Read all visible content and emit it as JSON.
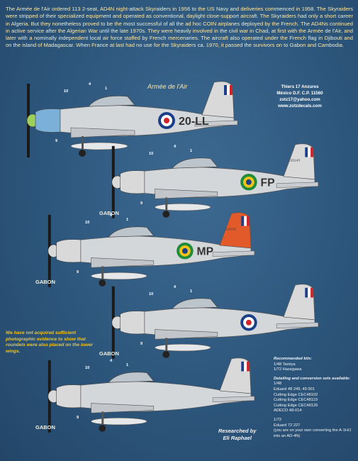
{
  "intro_text": "The Armée de l'Air ordered 113 2-seat, AD4N night-attack Skyraiders in 1956 to the US Navy and deliveries commenced in 1958. The Skyraiders were stripped of their specialized equipment and operated as conventional, daylight close-support aircraft. The Skyraiders had only a short career in Algeria. But they nonetheless proved to be the most successful of all the ad hoc COIN airplanes deployed by the French. The AD4Ns continued in active service after the Algerian War until the late 1970s. They were heavily involved in the civil war in Chad, at first with the Armée de l'Air, and later with a nominally independent local air force staffed by French mercenaries. The aircraft also operated under the French flag in Djibouti and on the island of Madagascar. When France at last had no use for the Skyraiders ca. 1970, it passed the survivors on to Gabon and Cambodia.",
  "armee_caption": "Armée de l'Air",
  "contact": {
    "line1": "Thiers 17 Anzures",
    "line2": "México D.F. C.P. 11560",
    "line3": "zotz17@yahoo.com",
    "line4": "www.zotzdecals.com"
  },
  "aircraft": [
    {
      "code": "20-LL",
      "country": "",
      "serial": "",
      "colors": {
        "fin": "#d9d9d9",
        "nose": "#7bb0d8",
        "spinner": "#9cd05a",
        "roundel_outer": "#1c3f8a",
        "roundel_mid": "#ffffff",
        "roundel_inner": "#d2232a"
      }
    },
    {
      "code": "FP",
      "country": "GABON",
      "serial": "126143",
      "colors": {
        "fin": "#d9d9d9",
        "nose": "#d9d9d9",
        "spinner": "#d9d9d9",
        "roundel_outer": "#1f8c3a",
        "roundel_mid": "#f3c31a",
        "roundel_inner": "#1c3f8a"
      }
    },
    {
      "code": "MP",
      "country": "GABON",
      "serial": "126935",
      "colors": {
        "fin": "#e35a2a",
        "nose": "#d9d9d9",
        "spinner": "#d9d9d9",
        "roundel_outer": "#1f8c3a",
        "roundel_mid": "#f3c31a",
        "roundel_inner": "#1c3f8a"
      }
    },
    {
      "code": "",
      "country": "GABON",
      "serial": "",
      "colors": {
        "fin": "#d9d9d9",
        "nose": "#d9d9d9",
        "spinner": "#d9d9d9",
        "roundel_outer": "#1c3f8a",
        "roundel_mid": "#ffffff",
        "roundel_inner": "#d2232a"
      }
    },
    {
      "code": "",
      "country": "GABON",
      "serial": "",
      "colors": {
        "fin": "#d9d9d9",
        "nose": "#d9d9d9",
        "spinner": "#d9d9d9",
        "roundel_outer": "",
        "roundel_mid": "",
        "roundel_inner": ""
      }
    }
  ],
  "callouts": [
    "10",
    "4",
    "1",
    "9"
  ],
  "no_evidence_note": "We have not acquired sufficient photographic evidence to show that roundels were also placed on the lower wings.",
  "recommended": {
    "heading": "Recommended kits:",
    "kits": [
      "1/48 Tamiya",
      "1/72 Hasegawa"
    ],
    "detail_heading": "Detailing and conversion sets available:",
    "scale_48": "1/48",
    "items_48": [
      "Eduard 48 249, 49 001",
      "Cutting Edge CEC48102",
      "Cutting Edge CEC48119",
      "Cutting Edge CEC48126",
      "ADECO 48-014"
    ],
    "scale_72": "1/72",
    "items_72": [
      "Eduard 72 227",
      "(you are on your own converting the A-1H/J into an AD-4N)"
    ]
  },
  "credit": {
    "line1": "Researched by",
    "line2": "Eli Raphael"
  }
}
